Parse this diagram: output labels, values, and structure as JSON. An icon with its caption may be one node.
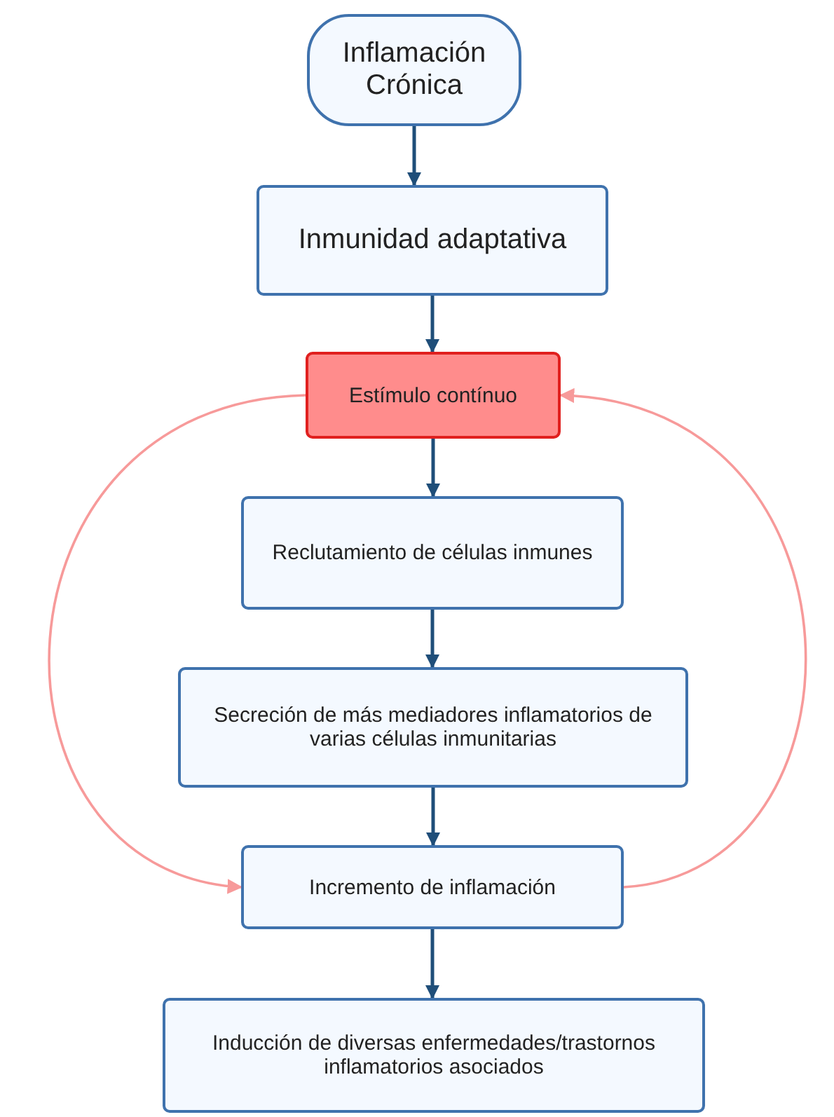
{
  "diagram": {
    "nodes": [
      {
        "text": [
          "Inflamación Crónica"
        ]
      },
      {
        "text": [
          "Inmunidad adaptativa"
        ]
      },
      {
        "text": [
          "Estímulo contínuo"
        ]
      },
      {
        "text": [
          "Reclutamiento de células inmunes"
        ]
      },
      {
        "text": [
          "Secreción de más mediadores inflamatorios de varias células inmunitarias"
        ]
      },
      {
        "text": [
          "Incremento de inflamación"
        ]
      },
      {
        "text": [
          "Inducción de diversas enfermedades/trastornos inflamatorios asociados"
        ]
      }
    ],
    "edges": [
      {
        "from": 0,
        "to": 1,
        "arrow": "to"
      },
      {
        "from": 1,
        "to": 2,
        "arrow": "to"
      },
      {
        "from": 2,
        "to": 3,
        "arrow": "to"
      },
      {
        "from": 3,
        "to": 4,
        "arrow": "to"
      },
      {
        "from": 4,
        "to": 5,
        "arrow": "to"
      },
      {
        "from": 5,
        "to": 6,
        "arrow": "to"
      },
      {
        "from": 2,
        "to": 5,
        "arrow": "to",
        "color": "#f79a9a"
      },
      {
        "from": 5,
        "to": 2,
        "arrow": "to",
        "color": "#f79a9a"
      }
    ]
  }
}
